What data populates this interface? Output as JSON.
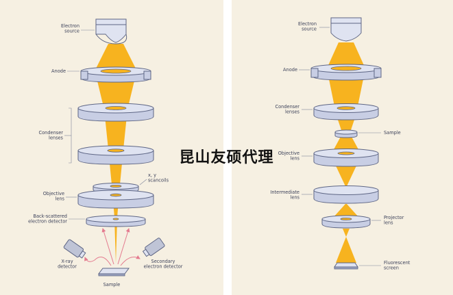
{
  "colors": {
    "background": "#f6f0e2",
    "beam": "#f7b31f",
    "lens_fill": "#dfe3f1",
    "lens_stroke": "#5d6584",
    "label": "#3a3f58",
    "ray": "#e47b8f"
  },
  "left_diagram": {
    "labels": {
      "source": [
        "Electron",
        "source"
      ],
      "anode": [
        "Anode"
      ],
      "condenser": [
        "Condenser",
        "lenses"
      ],
      "scancoils": [
        "x, y",
        "scancoils"
      ],
      "objective": [
        "Objective",
        "lens"
      ],
      "backscatter": [
        "Back-scattered",
        "electron detector"
      ],
      "xray": [
        "X-ray",
        "detector"
      ],
      "secondary": [
        "Secondary",
        "electron detector"
      ],
      "sample": [
        "Sample"
      ]
    }
  },
  "right_diagram": {
    "labels": {
      "source": [
        "Electron",
        "source"
      ],
      "anode": [
        "Anode"
      ],
      "condenser": [
        "Condenser",
        "lenses"
      ],
      "sample": [
        "Sample"
      ],
      "objective": [
        "Objective",
        "lens"
      ],
      "intermediate": [
        "Intermediate",
        "lens"
      ],
      "projector": [
        "Projector",
        "lens"
      ],
      "screen": [
        "Fluorescent",
        "screen"
      ]
    }
  },
  "watermark": {
    "text": "昆山友硕代理"
  }
}
